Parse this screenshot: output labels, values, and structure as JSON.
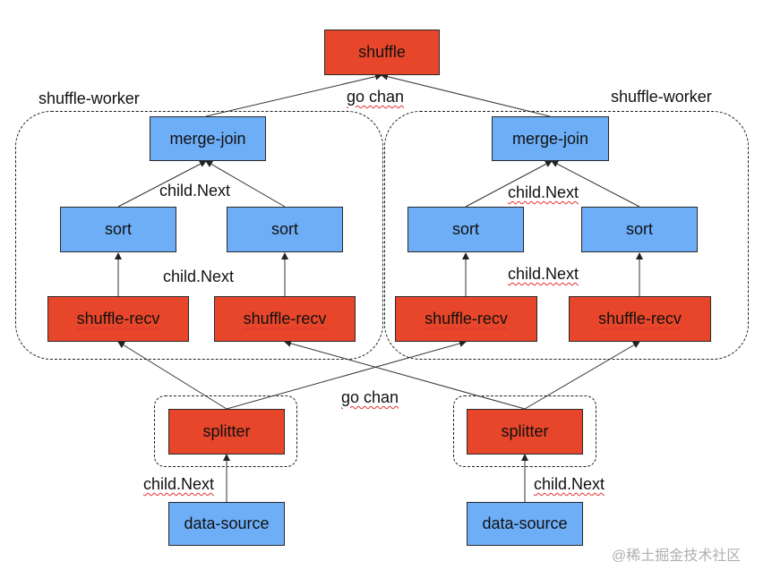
{
  "nodes": {
    "shuffle": "shuffle",
    "merge_join_left": "merge-join",
    "merge_join_right": "merge-join",
    "sort_l1": "sort",
    "sort_l2": "sort",
    "sort_r1": "sort",
    "sort_r2": "sort",
    "recv_l1": "shuffle-recv",
    "recv_l2": "shuffle-recv",
    "recv_r1": "shuffle-recv",
    "recv_r2": "shuffle-recv",
    "splitter_left": "splitter",
    "splitter_right": "splitter",
    "source_left": "data-source",
    "source_right": "data-source"
  },
  "labels": {
    "worker_left": "shuffle-worker",
    "worker_right": "shuffle-worker",
    "go_chan_top": "go chan",
    "go_chan_bottom": "go chan",
    "child_next_left_top": "child.Next",
    "child_next_left_mid": "child.Next",
    "child_next_right_top": "child.Next",
    "child_next_right_mid": "child.Next",
    "child_next_bottom_left": "child.Next",
    "child_next_bottom_right": "child.Next"
  },
  "watermark": "@稀土掘金技术社区",
  "colors": {
    "operator_red": "#e8462a",
    "operator_blue": "#6eaef7"
  }
}
